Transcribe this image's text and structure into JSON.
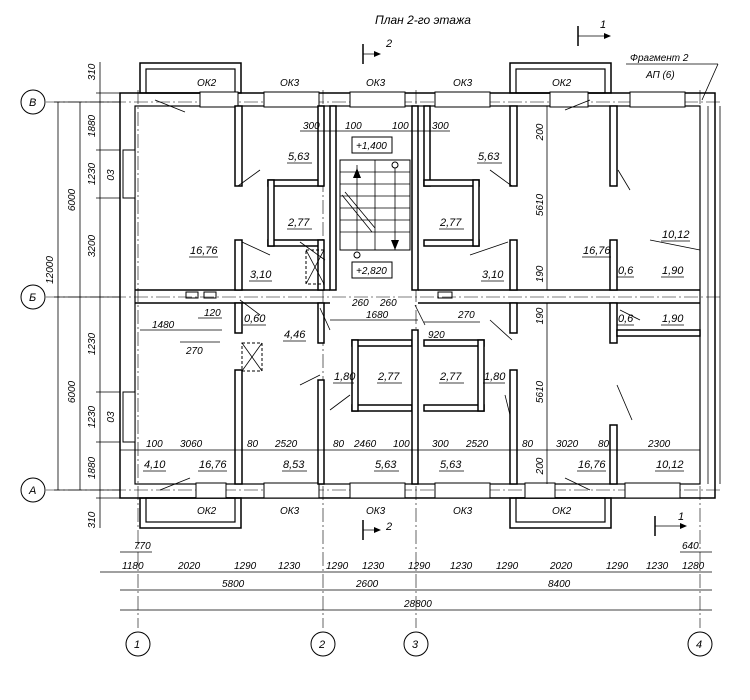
{
  "title": "План 2-го этажа",
  "fragment": {
    "line1": "Фрагмент 2",
    "line2": "АП (6)"
  },
  "sections": [
    {
      "label": "1",
      "top": true
    },
    {
      "label": "2",
      "top": true
    },
    {
      "label": "2",
      "top": false
    },
    {
      "label": "1",
      "top": false
    }
  ],
  "window_marks": {
    "top": [
      "ОК2",
      "ОК3",
      "ОК3",
      "ОК3",
      "ОК2"
    ],
    "bottom": [
      "ОК2",
      "ОК3",
      "ОК3",
      "ОК3",
      "ОК2"
    ]
  },
  "axes_v": [
    "1",
    "2",
    "3",
    "4"
  ],
  "axes_h": [
    "В",
    "Б",
    "А"
  ],
  "rooms": [
    "5,63",
    "5,63",
    "2,77",
    "2,77",
    "16,76",
    "16,76",
    "10,12",
    "3,10",
    "3,10",
    "0,6",
    "1,90",
    "0,60",
    "4,46",
    "1,80",
    "2,77",
    "2,77",
    "1,80",
    "0,6",
    "1,90",
    "4,10",
    "16,76",
    "8,53",
    "5,63",
    "5,63",
    "16,76",
    "10,12"
  ],
  "levels": [
    "+1,400",
    "+2,820"
  ],
  "inner_dims": {
    "top_row": [
      "300",
      "100",
      "100",
      "300"
    ],
    "right_col_top": [
      "200",
      "5610",
      "190"
    ],
    "right_col_bottom": [
      "190",
      "5610",
      "200"
    ],
    "landing": [
      "260",
      "260",
      "1680",
      "270",
      "920"
    ],
    "left_small": [
      "1480",
      "120",
      "270"
    ],
    "wall_codes": [
      "03",
      "03"
    ],
    "bottom_row": [
      "100",
      "3060",
      "80",
      "2520",
      "80",
      "2460",
      "100",
      "300",
      "2520",
      "80",
      "3020",
      "80",
      "2300"
    ]
  },
  "left_dims": {
    "outer": "12000",
    "mid": [
      "6000",
      "6000"
    ],
    "inner": [
      "310",
      "1880",
      "1230",
      "3200",
      "1230",
      "1230",
      "1880",
      "310"
    ]
  },
  "bottom_dims": {
    "row1": [
      "770",
      "640"
    ],
    "row2": [
      "1180",
      "2020",
      "1290",
      "1230",
      "1290",
      "1230",
      "1290",
      "1230",
      "1290",
      "2020",
      "1290",
      "1230",
      "1280"
    ],
    "row3": [
      "5800",
      "2600",
      "8400"
    ],
    "total": "28800"
  }
}
